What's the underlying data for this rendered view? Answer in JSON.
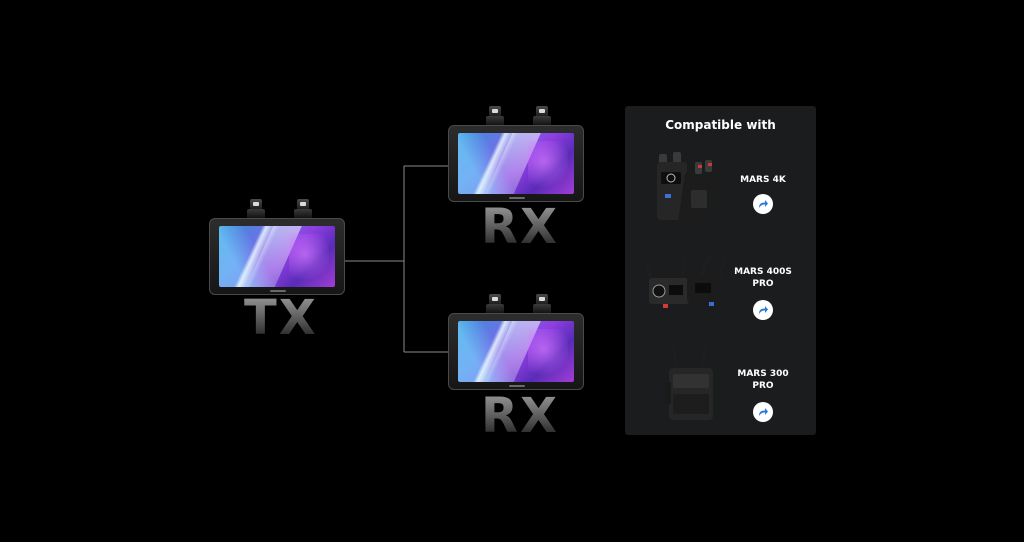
{
  "diagram": {
    "transmitter": {
      "label": "TX"
    },
    "receivers": [
      {
        "label": "RX"
      },
      {
        "label": "RX"
      }
    ]
  },
  "compatibility": {
    "title": "Compatible with",
    "products": [
      {
        "name": "MARS 4K",
        "icon": "external-link-icon"
      },
      {
        "name": "MARS 400S\nPRO",
        "icon": "external-link-icon"
      },
      {
        "name": "MARS 300\nPRO",
        "icon": "external-link-icon"
      }
    ]
  },
  "colors": {
    "background": "#000000",
    "panel": "#1a1c1e",
    "connector": "#8a8a8a",
    "link_button": "#ffffff",
    "link_arrow": "#2b7bd9"
  }
}
